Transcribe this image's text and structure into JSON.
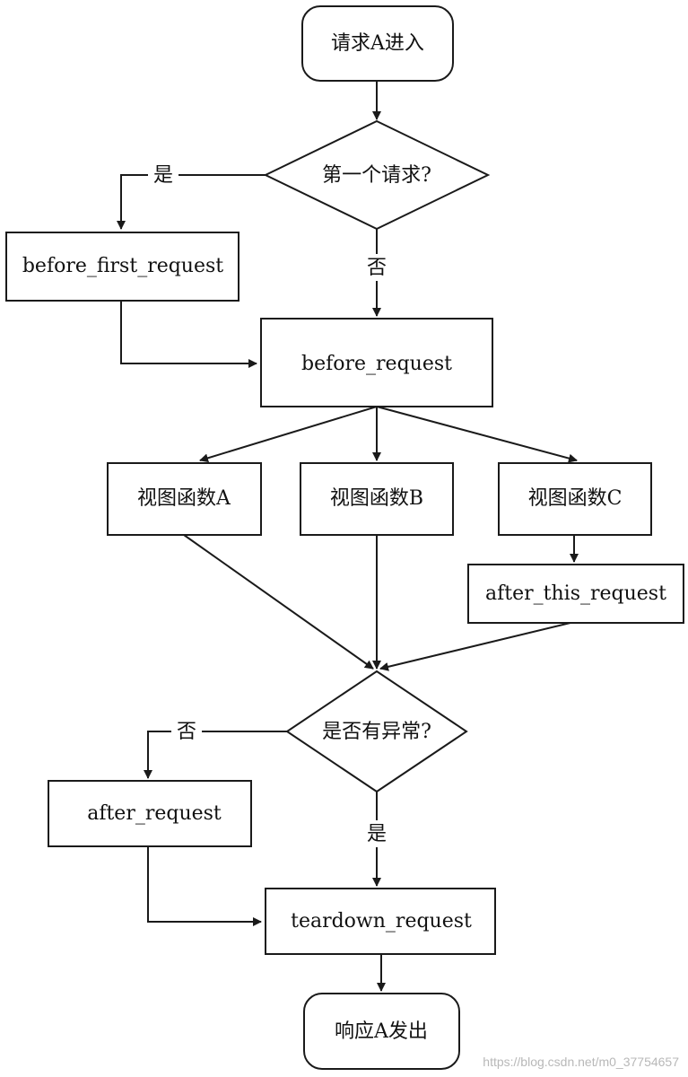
{
  "nodes": {
    "start": "请求A进入",
    "decision_first": "第一个请求?",
    "before_first_request": "before_first_request",
    "before_request": "before_request",
    "view_a": "视图函数A",
    "view_b": "视图函数B",
    "view_c": "视图函数C",
    "after_this_request": "after_this_request",
    "decision_exception": "是否有异常?",
    "after_request": "after_request",
    "teardown_request": "teardown_request",
    "end": "响应A发出"
  },
  "edge_labels": {
    "first_yes": "是",
    "first_no": "否",
    "exception_no": "否",
    "exception_yes": "是"
  },
  "watermark": "https://blog.csdn.net/m0_37754657"
}
